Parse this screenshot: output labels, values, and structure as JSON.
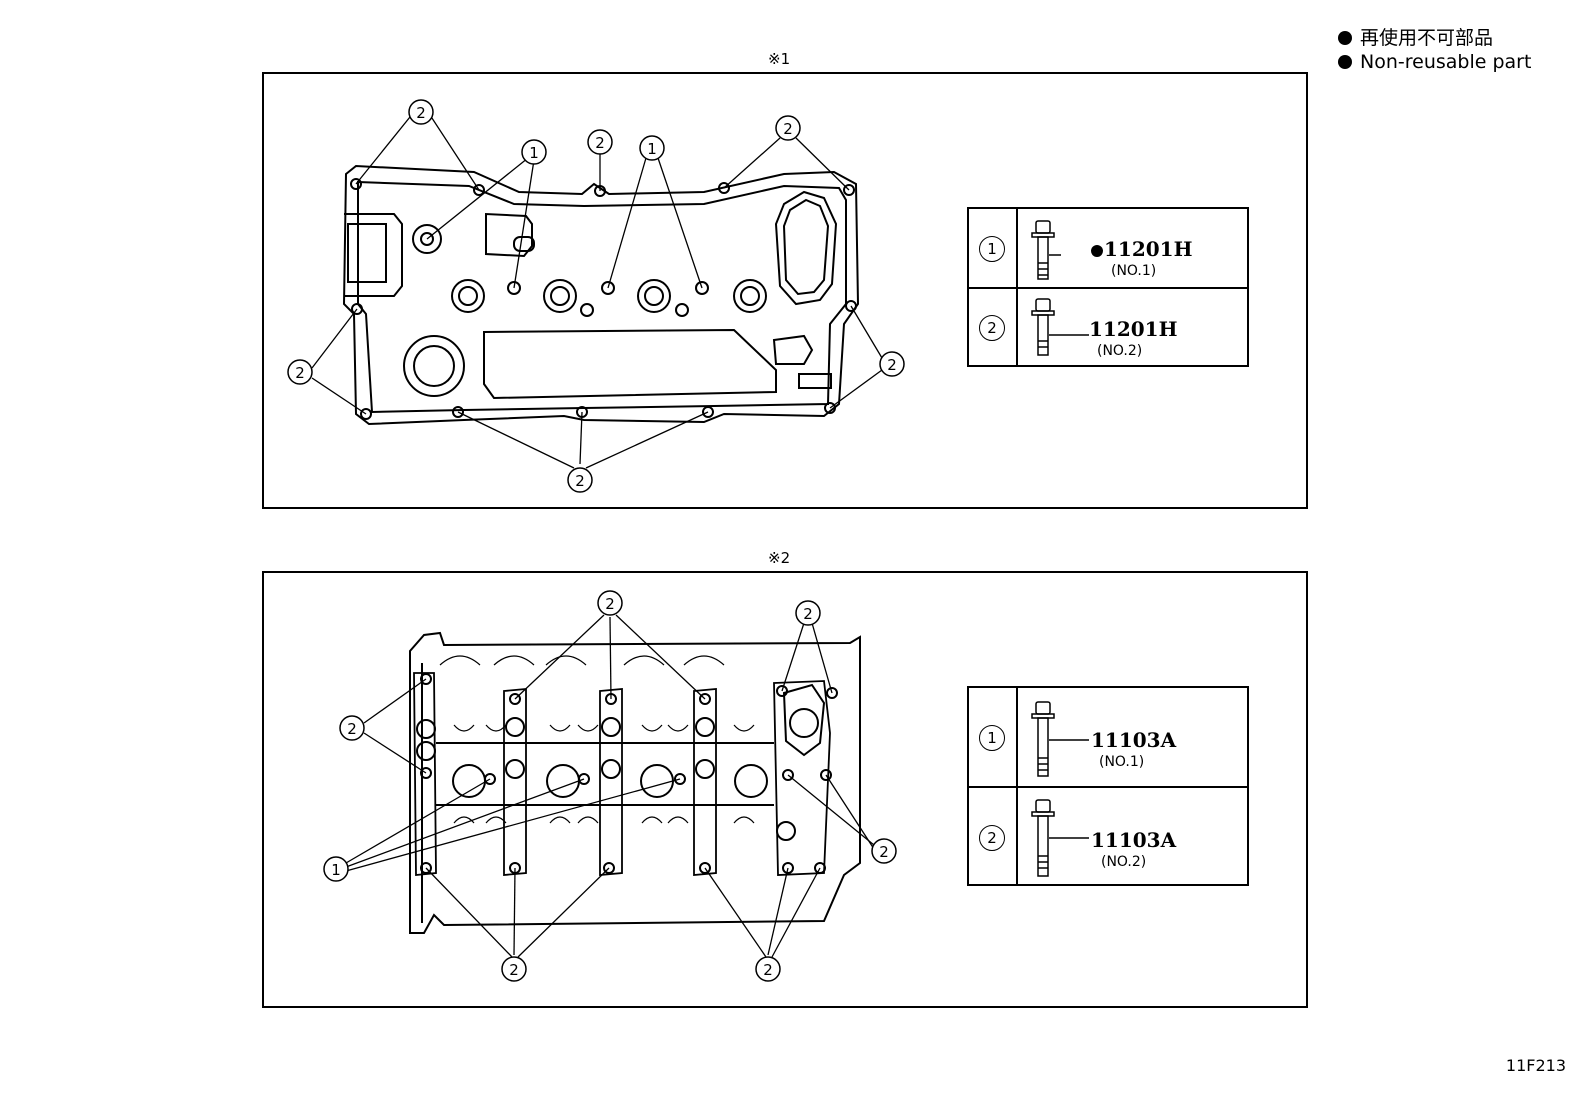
{
  "legend": {
    "line_ja": "再使用不可部品",
    "line_en": "Non-reusable part"
  },
  "panels": [
    {
      "label": "※1",
      "callouts": [
        "1",
        "2"
      ],
      "table": {
        "rows": [
          {
            "num": "1",
            "code": "11201H",
            "sub": "(NO.1)",
            "non_reusable": true
          },
          {
            "num": "2",
            "code": "11201H",
            "sub": "(NO.2)",
            "non_reusable": false
          }
        ]
      }
    },
    {
      "label": "※2",
      "callouts": [
        "1",
        "2"
      ],
      "table": {
        "rows": [
          {
            "num": "1",
            "code": "11103A",
            "sub": "(NO.1)",
            "non_reusable": false
          },
          {
            "num": "2",
            "code": "11103A",
            "sub": "(NO.2)",
            "non_reusable": false
          }
        ]
      }
    }
  ],
  "figure_id": "11F213"
}
